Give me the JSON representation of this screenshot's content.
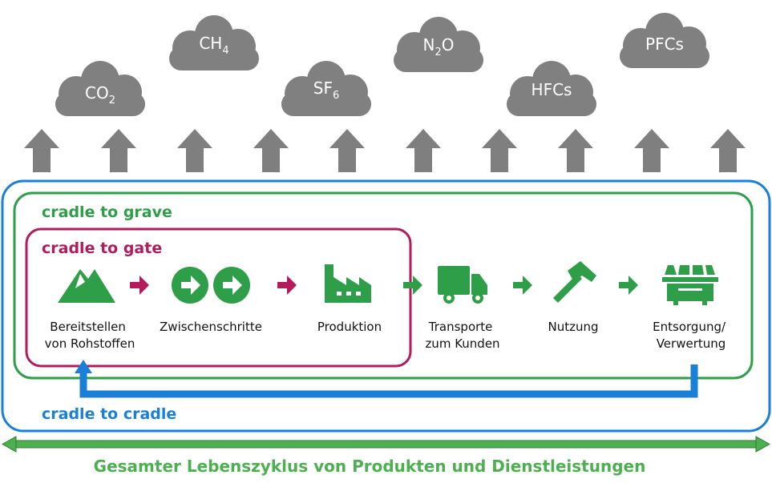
{
  "gases": [
    {
      "base": "CO",
      "sub": "2"
    },
    {
      "base": "CH",
      "sub": "4"
    },
    {
      "base": "SF",
      "sub": "6"
    },
    {
      "base": "N",
      "sub": "2",
      "tail": "O"
    },
    {
      "base": "HFCs",
      "sub": ""
    },
    {
      "base": "PFCs",
      "sub": ""
    }
  ],
  "scopes": {
    "cradle_to_grave": "cradle to grave",
    "cradle_to_gate": "cradle to gate",
    "cradle_to_cradle": "cradle to cradle"
  },
  "steps": [
    {
      "line1": "Bereitstellen",
      "line2": "von Rohstoffen",
      "icon": "mountain-icon"
    },
    {
      "line1": "Zwischenschritte",
      "line2": "",
      "icon": "double-arrow-circle-icon"
    },
    {
      "line1": "Produktion",
      "line2": "",
      "icon": "factory-icon"
    },
    {
      "line1": "Transporte",
      "line2": "zum Kunden",
      "icon": "truck-icon"
    },
    {
      "line1": "Nutzung",
      "line2": "",
      "icon": "hammer-icon"
    },
    {
      "line1": "Entsorgung/",
      "line2": "Verwertung",
      "icon": "dumpster-icon"
    }
  ],
  "footer": "Gesamter Lebenszyklus von Produkten und Dienstleistungen",
  "colors": {
    "cloud": "#808080",
    "up_arrow": "#7f7f7f",
    "green": "#2e9e48",
    "crimson": "#b31b5c",
    "blue": "#1a7fd6",
    "footer_green": "#4caf50"
  }
}
